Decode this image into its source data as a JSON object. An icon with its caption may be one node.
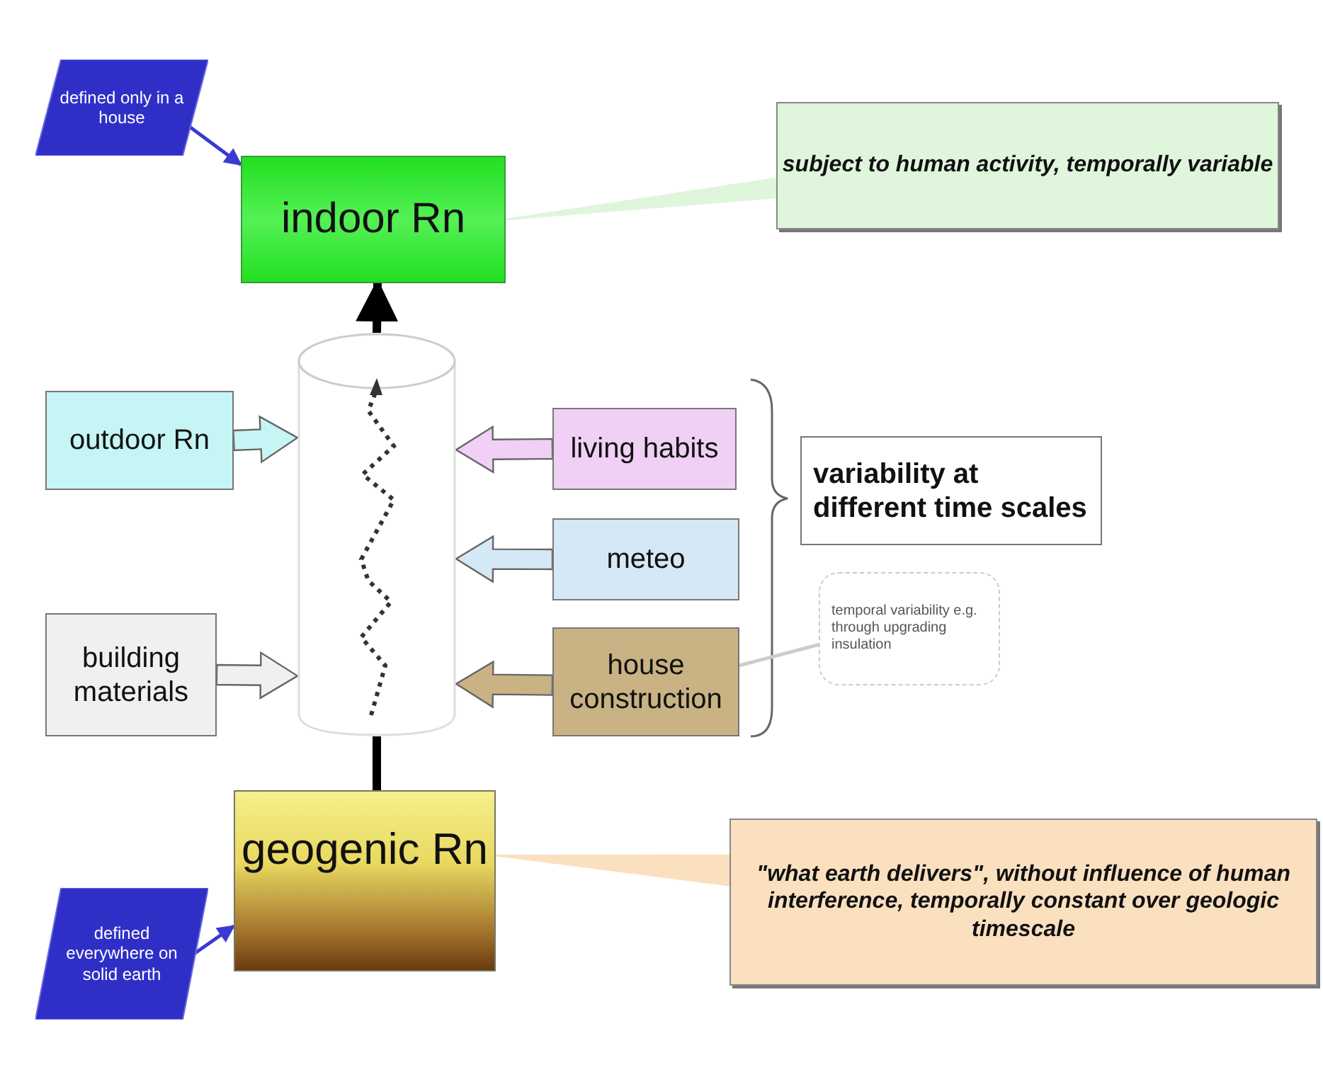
{
  "diagram": {
    "nodes": [
      {
        "text": [
          "defined only in a house"
        ]
      },
      {
        "text": [
          "indoor Rn"
        ]
      },
      {
        "text": [
          "subject to human activity, temporally variable"
        ]
      },
      {
        "text": [],
        "shape": "cylinder"
      },
      {
        "text": [
          "outdoor Rn"
        ]
      },
      {
        "text": [
          "living habits"
        ]
      },
      {
        "text": [
          "meteo"
        ]
      },
      {
        "text": [
          "building materials"
        ]
      },
      {
        "text": [
          "house construction"
        ]
      },
      {
        "text": [
          "variability at different time scales"
        ]
      },
      {
        "text": [
          "temporal variability e.g. through upgrading insulation"
        ]
      },
      {
        "text": [
          "geogenic Rn"
        ]
      },
      {
        "text": [
          "\"what earth delivers\", without influence of human interference, temporally constant over geologic timescale"
        ]
      },
      {
        "text": [
          "defined everywhere on solid earth"
        ]
      }
    ],
    "edges": [
      {
        "from": 0,
        "to": 1,
        "arrow": "to",
        "color": "#3a3ad0"
      },
      {
        "from": 2,
        "to": 1,
        "arrow": "other",
        "color": "#dff5dc"
      },
      {
        "from": 4,
        "to": 3,
        "arrow": "to",
        "style": "thick",
        "color": "#c5f5f5"
      },
      {
        "from": 5,
        "to": 3,
        "arrow": "to",
        "style": "thick",
        "color": "#f0d0f5"
      },
      {
        "from": 6,
        "to": 3,
        "arrow": "to",
        "style": "thick",
        "color": "#d5e8f5"
      },
      {
        "from": 7,
        "to": 3,
        "arrow": "to",
        "style": "thick",
        "color": "#f0f0f0"
      },
      {
        "from": 8,
        "to": 3,
        "arrow": "to",
        "style": "thick",
        "color": "#c9b283"
      },
      {
        "from": 3,
        "to": 1,
        "arrow": "to",
        "style": "thick",
        "color": "#000000"
      },
      {
        "from": 11,
        "to": 3,
        "arrow": "none",
        "style": "thick",
        "color": "#000000"
      },
      {
        "from": 10,
        "to": 8,
        "arrow": "none",
        "color": "#cccccc"
      },
      {
        "from": 12,
        "to": 11,
        "arrow": "other",
        "color": "#fbe0c0"
      },
      {
        "from": 13,
        "to": 11,
        "arrow": "to",
        "color": "#3a3ad0"
      }
    ]
  }
}
